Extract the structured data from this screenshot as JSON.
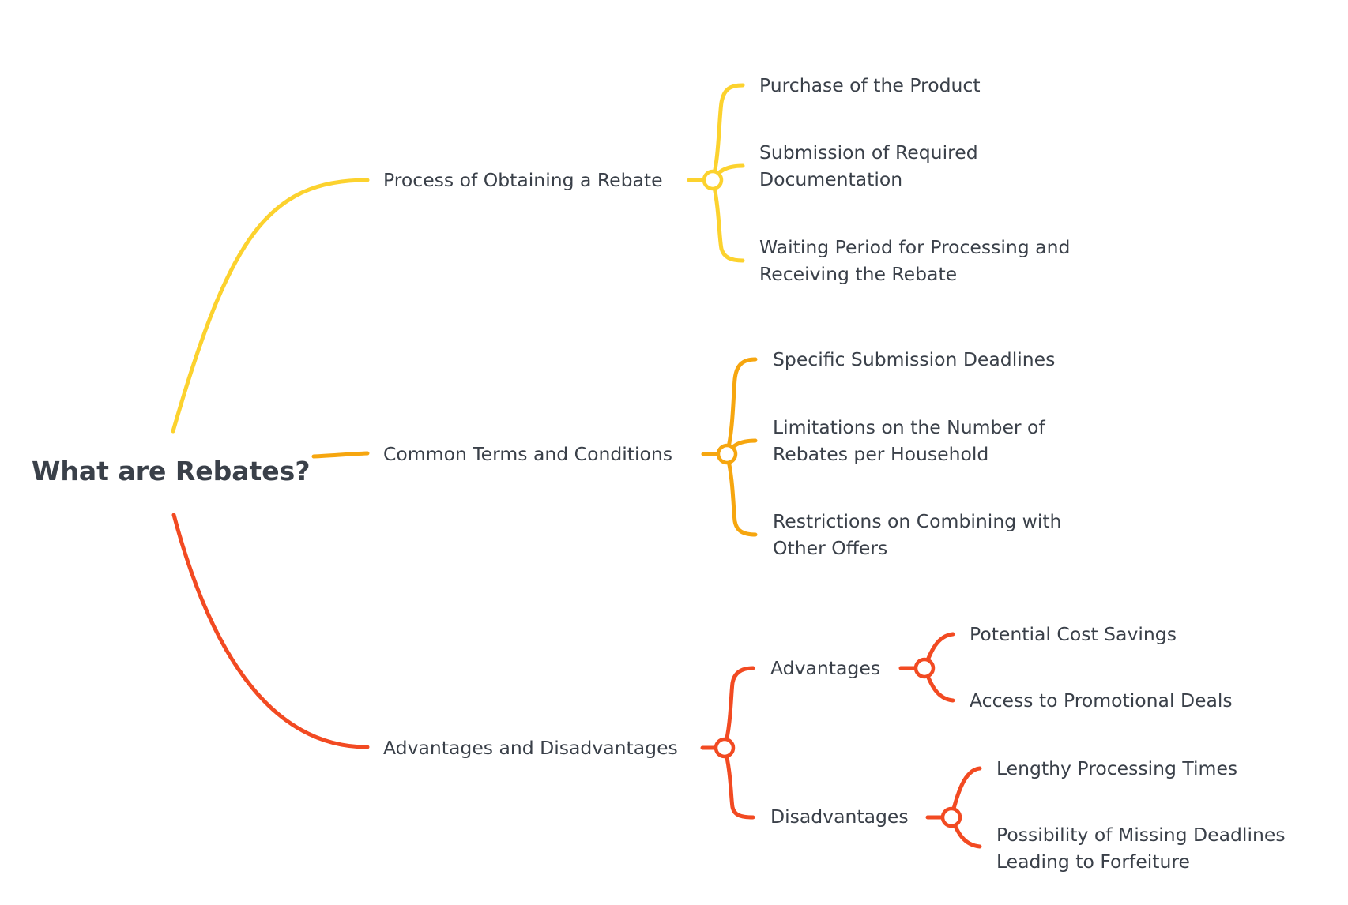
{
  "root": {
    "label": "What are Rebates?"
  },
  "colors": {
    "branch1": "#FCD22E",
    "branch2": "#F6A60F",
    "branch3": "#F24A22",
    "text": "#3a4049"
  },
  "branches": [
    {
      "label": "Process of Obtaining a Rebate",
      "children": [
        {
          "label": "Purchase of the Product"
        },
        {
          "label": "Submission of Required",
          "label2": "Documentation"
        },
        {
          "label": "Waiting Period for Processing and",
          "label2": "Receiving the Rebate"
        }
      ]
    },
    {
      "label": "Common Terms and Conditions",
      "children": [
        {
          "label": "Specific Submission Deadlines"
        },
        {
          "label": "Limitations on the Number of",
          "label2": "Rebates per Household"
        },
        {
          "label": "Restrictions on Combining with",
          "label2": "Other Offers"
        }
      ]
    },
    {
      "label": "Advantages and Disadvantages",
      "children": [
        {
          "label": "Advantages",
          "children": [
            {
              "label": "Potential Cost Savings"
            },
            {
              "label": "Access to Promotional Deals"
            }
          ]
        },
        {
          "label": "Disadvantages",
          "children": [
            {
              "label": "Lengthy Processing Times"
            },
            {
              "label": "Possibility of Missing Deadlines",
              "label2": "Leading to Forfeiture"
            }
          ]
        }
      ]
    }
  ]
}
